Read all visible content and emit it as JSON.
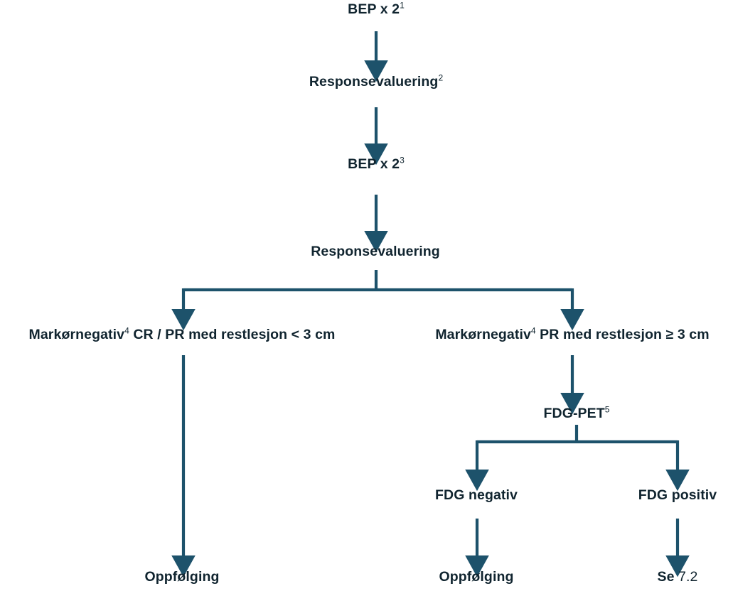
{
  "diagram": {
    "title": "BEP x 2 treatment response flowchart",
    "language": "no",
    "colors": {
      "arrow": "#1d526b",
      "text": "#10242f",
      "background": "#ffffff"
    },
    "nodes": {
      "bep_1": {
        "label": "BEP x 2",
        "superscript": "1"
      },
      "responsevaluering_1": {
        "label": "Responsevaluering",
        "superscript": "2"
      },
      "bep_2": {
        "label": "BEP x 2",
        "superscript": "3"
      },
      "responsevaluering_2": {
        "label": "Responsevaluering",
        "superscript": ""
      },
      "left_branch": {
        "label_pre": "Markørnegativ",
        "superscript": "4",
        "label_post": " CR / PR med restlesjon < 3 cm"
      },
      "right_branch": {
        "label_pre": "Markørnegativ",
        "superscript": "4",
        "label_post": " PR med restlesjon ≥ 3 cm"
      },
      "fdg_pet": {
        "label": "FDG-PET",
        "superscript": "5"
      },
      "fdg_negative": {
        "label": "FDG negativ"
      },
      "fdg_positive": {
        "label": "FDG positiv"
      },
      "oppfolging_left": {
        "label": "Oppfølging"
      },
      "oppfolging_middle": {
        "label": "Oppfølging"
      },
      "se_7_2": {
        "label_bold": "Se",
        "label_regular": " 7.2"
      }
    },
    "edges": [
      {
        "name": "bep1-to-responsevaluering1",
        "type": "vertical-arrow"
      },
      {
        "name": "responsevaluering1-to-bep2",
        "type": "vertical-arrow"
      },
      {
        "name": "bep2-to-responsevaluering2",
        "type": "vertical-arrow"
      },
      {
        "name": "responsevaluering2-split",
        "type": "split-two-arrows"
      },
      {
        "name": "left-branch-to-oppfolging",
        "type": "vertical-arrow"
      },
      {
        "name": "right-branch-to-fdgpet",
        "type": "vertical-arrow"
      },
      {
        "name": "fdgpet-split",
        "type": "split-two-arrows"
      },
      {
        "name": "fdgnegativ-to-oppfolging",
        "type": "vertical-arrow"
      },
      {
        "name": "fdgpositiv-to-se72",
        "type": "vertical-arrow"
      }
    ]
  }
}
